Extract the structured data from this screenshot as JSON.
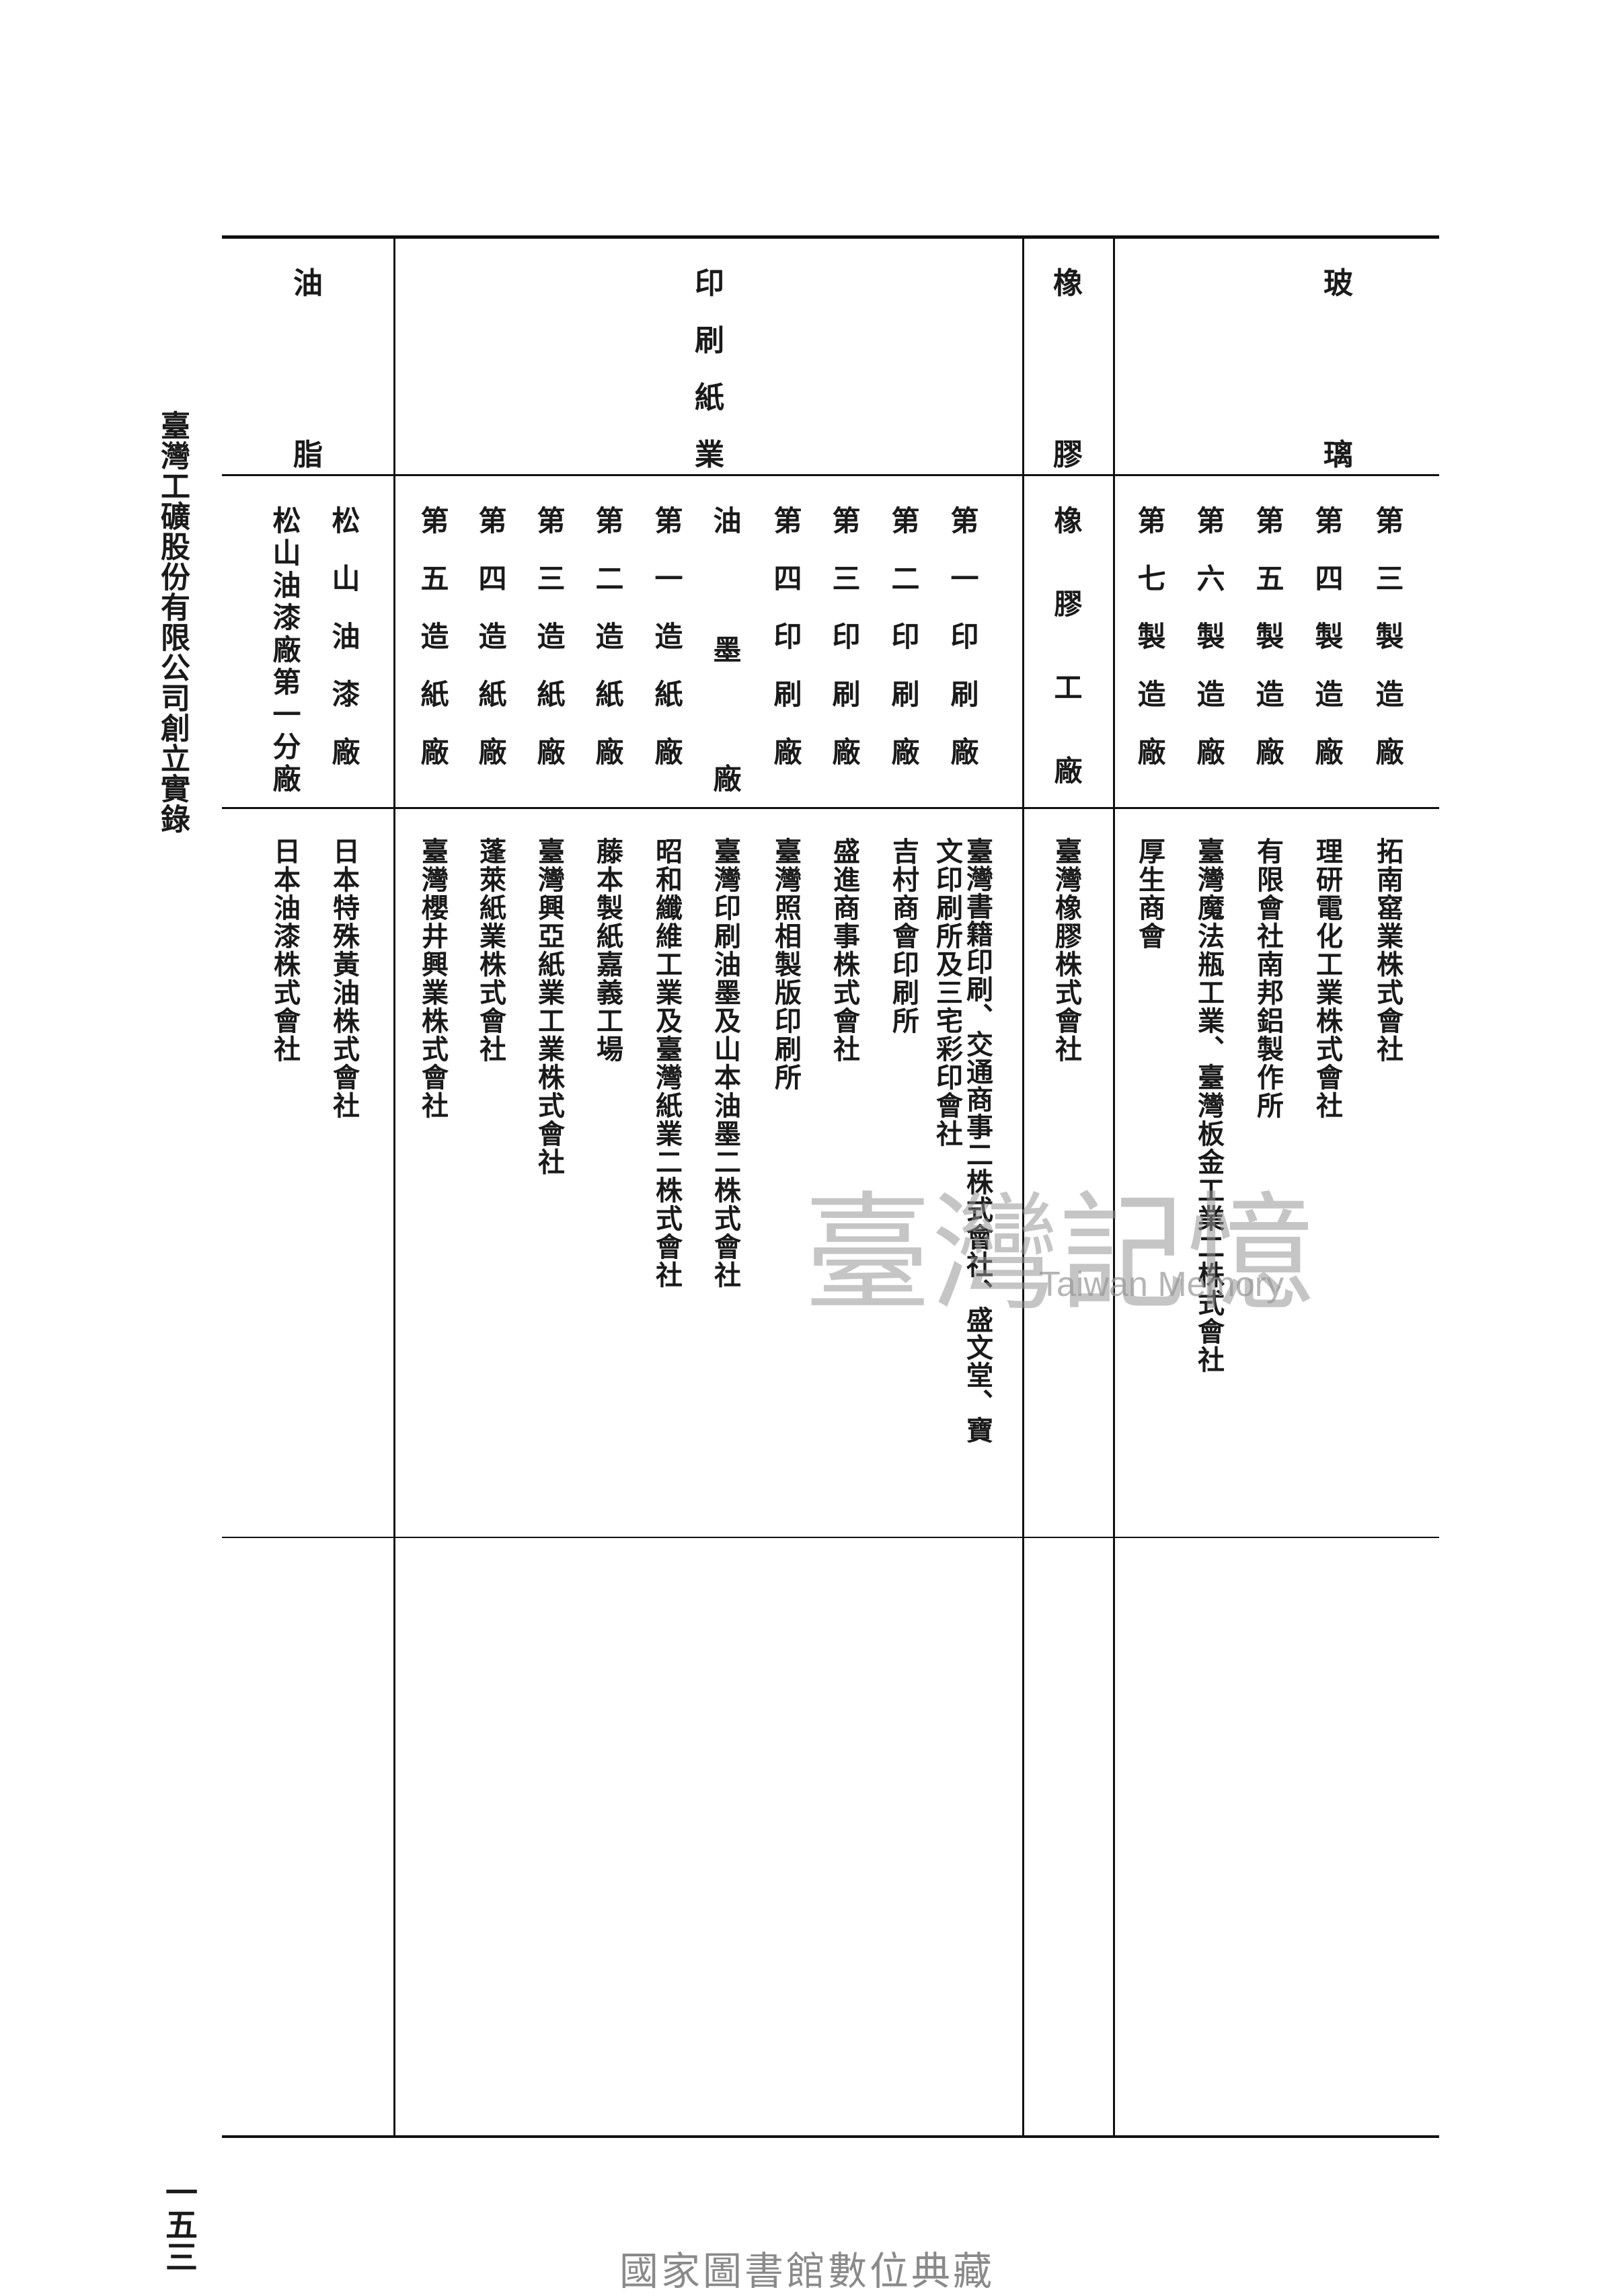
{
  "spine_title": "臺灣工礦股份有限公司創立實錄",
  "page_number": "一五三",
  "watermark": {
    "chinese": "臺灣記憶",
    "english": "Taiwan Memory"
  },
  "footer": "國家圖書館數位典藏",
  "sections": [
    {
      "category": [
        "玻",
        "璃"
      ],
      "rows": [
        {
          "factory": "第三製造廠",
          "company": "拓南窰業株式會社"
        },
        {
          "factory": "第四製造廠",
          "company": "理研電化工業株式會社"
        },
        {
          "factory": "第五製造廠",
          "company": "有限會社南邦鋁製作所"
        },
        {
          "factory": "第六製造廠",
          "company": "臺灣魔法瓶工業、臺灣板金工業二株式會社"
        },
        {
          "factory": "第七製造廠",
          "company": "厚生商會"
        }
      ]
    },
    {
      "category": [
        "橡",
        "膠"
      ],
      "rows": [
        {
          "factory": "橡膠工廠",
          "company": "臺灣橡膠株式會社"
        }
      ]
    },
    {
      "category": [
        "印",
        "刷",
        "紙",
        "業"
      ],
      "rows": [
        {
          "factory": "第一印刷廠",
          "company": [
            "臺灣書籍印刷、交通商事二株式會社、盛文堂、寶",
            "文印刷所及三宅彩印會社"
          ]
        },
        {
          "factory": "第二印刷廠",
          "company": "吉村商會印刷所"
        },
        {
          "factory": "第三印刷廠",
          "company": "盛進商事株式會社"
        },
        {
          "factory": "第四印刷廠",
          "company": "臺灣照相製版印刷所"
        },
        {
          "factory": "油墨廠",
          "company": "臺灣印刷油墨及山本油墨二株式會社"
        },
        {
          "factory": "第一造紙廠",
          "company": "昭和纖維工業及臺灣紙業二株式會社"
        },
        {
          "factory": "第二造紙廠",
          "company": "藤本製紙嘉義工場"
        },
        {
          "factory": "第三造紙廠",
          "company": "臺灣興亞紙業工業株式會社"
        },
        {
          "factory": "第四造紙廠",
          "company": "蓬萊紙業株式會社"
        },
        {
          "factory": "第五造紙廠",
          "company": "臺灣櫻井興業株式會社"
        }
      ]
    },
    {
      "category": [
        "油",
        "脂"
      ],
      "rows": [
        {
          "factory": "松山油漆廠",
          "company": "日本特殊黃油株式會社"
        },
        {
          "factory": "松山油漆廠第一分廠",
          "company": "日本油漆株式會社"
        }
      ]
    }
  ]
}
